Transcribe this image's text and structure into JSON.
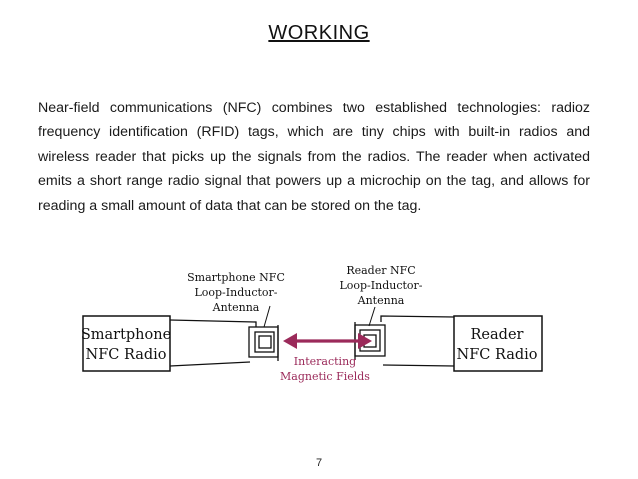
{
  "title": "WORKING",
  "body_lines": [
    "Near-field communications (NFC) combines two established technologies: radioz",
    "frequency identification (RFID) tags, which are tiny chips with built-in radios and",
    "wireless reader that picks up the signals from the radios. The reader when activated",
    "emits a short range radio signal that powers up a microchip on the tag, and allows for",
    "reading a small amount of data that can be stored on the tag."
  ],
  "diagram": {
    "smartphone_box": {
      "line1": "Smartphone",
      "line2": "NFC Radio"
    },
    "reader_box": {
      "line1": "Reader",
      "line2": "NFC Radio"
    },
    "smartphone_antenna_label": {
      "line1": "Smartphone NFC",
      "line2": "Loop-Inductor-",
      "line3": "Antenna"
    },
    "reader_antenna_label": {
      "line1": "Reader NFC",
      "line2": "Loop-Inductor-",
      "line3": "Antenna"
    },
    "field_label": {
      "line1": "Interacting",
      "line2": "Magnetic Fields"
    },
    "colors": {
      "field": "#9b2a5a",
      "stroke": "#111111"
    }
  },
  "page_number": "7"
}
